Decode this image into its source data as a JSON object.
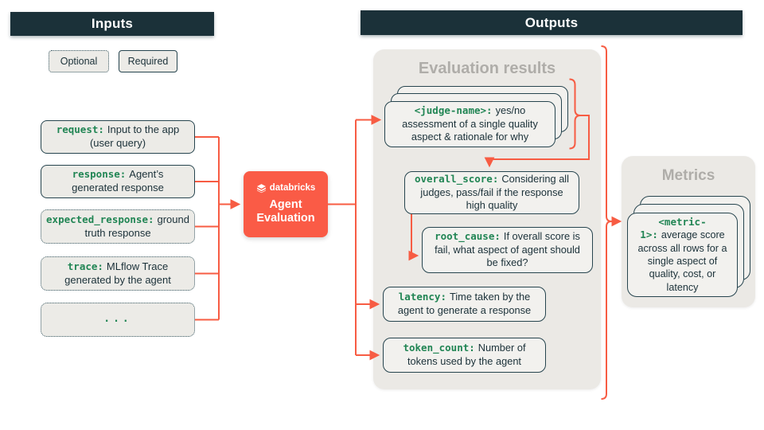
{
  "headers": {
    "inputs": "Inputs",
    "outputs": "Outputs"
  },
  "legend": {
    "optional": "Optional",
    "required": "Required"
  },
  "inputs": [
    {
      "code": "request:",
      "text": "Input to the app (user query)",
      "style": "required"
    },
    {
      "code": "response:",
      "text": "Agent’s generated response",
      "style": "required"
    },
    {
      "code": "expected_response:",
      "text": "ground truth response",
      "style": "optional"
    },
    {
      "code": "trace:",
      "text": "MLflow Trace generated by the agent",
      "style": "optional"
    },
    {
      "code": "...",
      "text": "",
      "style": "optional"
    }
  ],
  "center": {
    "brand": "databricks",
    "title": "Agent Evaluation"
  },
  "evaluation": {
    "title": "Evaluation results",
    "judge": {
      "code": "<judge-name>:",
      "text": "yes/no assessment of a single quality aspect & rationale for why"
    },
    "overall": {
      "code": "overall_score:",
      "text": "Considering all judges, pass/fail if the response high quality"
    },
    "root": {
      "code": "root_cause:",
      "text": "If overall score is fail, what aspect of agent should be fixed?"
    },
    "latency": {
      "code": "latency:",
      "text": "Time taken by the agent to generate a response"
    },
    "token": {
      "code": "token_count:",
      "text": "Number of tokens used by the agent"
    }
  },
  "metrics": {
    "title": "Metrics",
    "card": {
      "code": "<metric-1>:",
      "text": "average score across all rows for a single aspect of quality, cost, or latency"
    }
  },
  "colors": {
    "navy": "#1B3139",
    "border_navy": "#27454F",
    "green": "#218554",
    "accent": "#FA5B46",
    "connector": "#F75C43",
    "panel_bg": "#EBE9E5",
    "card_bg": "#F2F1EE",
    "input_bg": "#ECEBE7",
    "title_gray": "#AFADA9"
  }
}
